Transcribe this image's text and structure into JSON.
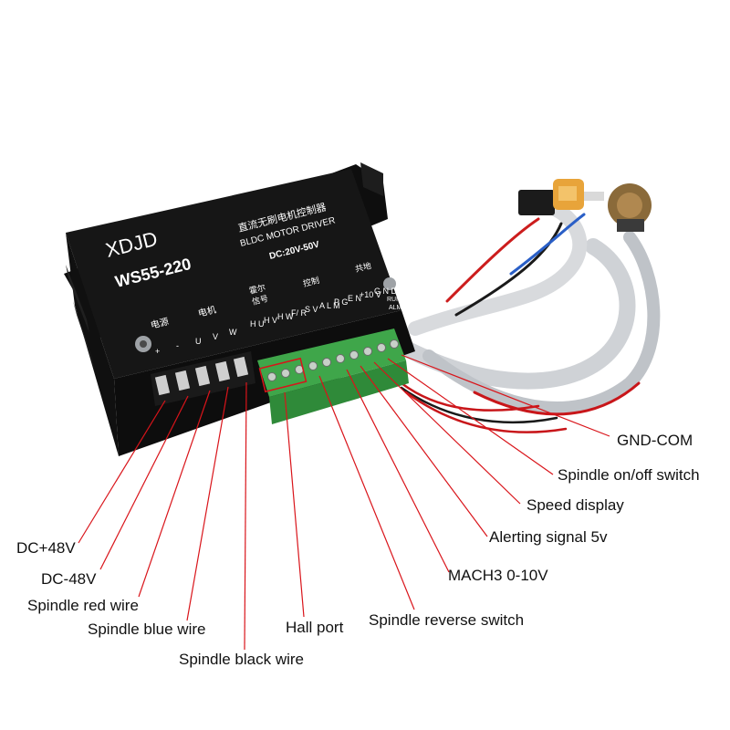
{
  "device": {
    "brand": "XDJD",
    "model": "WS55-220",
    "title_cn": "直流无刷电机控制器",
    "title_en": "BLDC MOTOR DRIVER",
    "voltage": "DC:20V-50V",
    "groups": {
      "power": "电源",
      "motor": "电机",
      "hall": [
        "霍尔",
        "信号"
      ],
      "control": "控制",
      "ground": "共地"
    },
    "pins": [
      "+",
      "-",
      "U",
      "V",
      "W",
      "H U",
      "H V",
      "H W",
      "F/ R",
      "S V",
      "A L M",
      "P G",
      "E N",
      "+10 V",
      "G N D"
    ],
    "leds": [
      "RUN",
      "ALM"
    ]
  },
  "callouts": {
    "gnd_com": "GND-COM",
    "spindle_onoff": "Spindle on/off switch",
    "speed_display": "Speed display",
    "alert_signal": "Alerting signal 5v",
    "mach3": "MACH3 0-10V",
    "spindle_reverse": "Spindle reverse switch",
    "hall_port": "Hall port",
    "dc_plus": "DC+48V",
    "dc_minus": "DC-48V",
    "spindle_red": "Spindle red wire",
    "spindle_blue": "Spindle blue wire",
    "spindle_black": "Spindle black wire"
  },
  "colors": {
    "leader_line": "#d9141a",
    "driver_body": "#151515",
    "terminal_green": "#3fa64a"
  }
}
